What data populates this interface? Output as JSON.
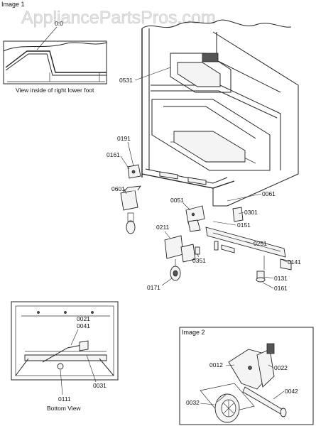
{
  "watermark": "AppliancePartsPros.com",
  "image1": {
    "header": "Image 1",
    "inset_top": {
      "label_partial": "0:0",
      "caption": "View inside of right lower foot"
    },
    "inset_bottom": {
      "caption": "Bottom View",
      "labels": {
        "p0021": "0021",
        "p0041": "0041",
        "p0031": "0031",
        "p0111": "0111"
      }
    },
    "labels": {
      "p0531": "0531",
      "p0191": "0191",
      "p0161": "0161",
      "p0601": "0601",
      "p0051": "0051",
      "p0061": "0061",
      "p0301": "0301",
      "p0151": "0151",
      "p0211": "0211",
      "p0251": "0251",
      "p0351": "0351",
      "p0141": "0141",
      "p0171": "0171",
      "p0131": "0131",
      "p0161b": "0161"
    }
  },
  "image2": {
    "header": "Image 2",
    "labels": {
      "p0012": "0012",
      "p0022": "0022",
      "p0032": "0032",
      "p0042": "0042"
    }
  }
}
